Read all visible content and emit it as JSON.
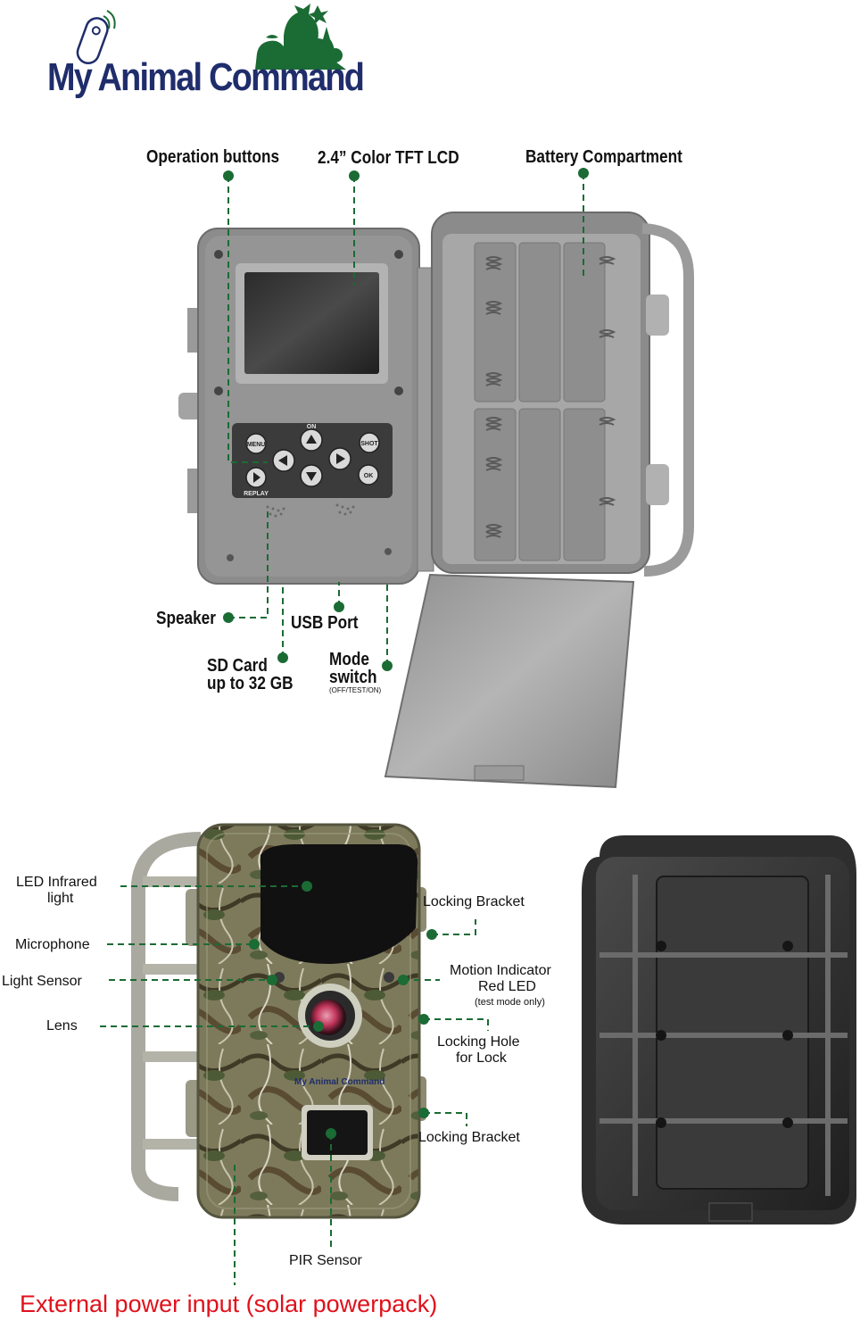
{
  "logo": {
    "text": "My Animal Command"
  },
  "top_diagram": {
    "labels": {
      "operation_buttons": "Operation buttons",
      "lcd": "2.4” Color TFT LCD",
      "battery": "Battery Compartment",
      "speaker": "Speaker",
      "usb": "USB Port",
      "sd_line1": "SD Card",
      "sd_line2": "up to 32 GB",
      "mode_line1": "Mode",
      "mode_line2": "switch",
      "mode_note": "(OFF/TEST/ON)"
    },
    "buttons": {
      "menu": "MENU",
      "shot": "SHOT",
      "ok": "OK",
      "replay": "REPLAY",
      "on": "ON"
    }
  },
  "bottom_diagram": {
    "labels": {
      "led_line1": "LED Infrared",
      "led_line2": "light",
      "microphone": "Microphone",
      "light_sensor": "Light Sensor",
      "lens": "Lens",
      "locking_bracket_top": "Locking Bracket",
      "motion_line1": "Motion Indicator",
      "motion_line2": "Red LED",
      "motion_note": "(test mode only)",
      "lock_line1": "Locking Hole",
      "lock_line2": "for Lock",
      "locking_bracket_bottom": "Locking Bracket",
      "pir": "PIR Sensor"
    },
    "external_power": "External power input (solar powerpack)"
  },
  "colors": {
    "callout": "#1b6b34",
    "brand": "#1f2d6b",
    "red": "#e0111b",
    "camo": "#6f6a4a"
  }
}
